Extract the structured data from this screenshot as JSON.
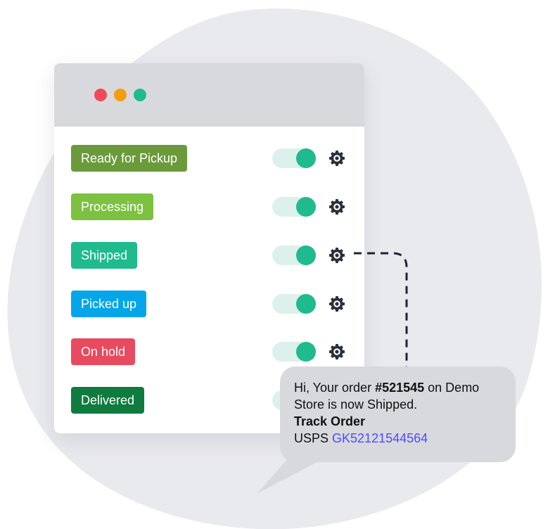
{
  "colors": {
    "blob": "#e9eaee",
    "titlebar": "#d8d9dd",
    "dot_red": "#ef4a5b",
    "dot_orange": "#f59e0b",
    "dot_green": "#1fba8d",
    "toggle_track": "#dcf1ec",
    "toggle_knob": "#1fba8d",
    "gear": "#2b2f3a",
    "link": "#4b4dff"
  },
  "statuses": [
    {
      "label": "Ready for Pickup",
      "color": "#6b9a3a",
      "enabled": true
    },
    {
      "label": "Processing",
      "color": "#7dc141",
      "enabled": true
    },
    {
      "label": "Shipped",
      "color": "#1fba8d",
      "enabled": true
    },
    {
      "label": "Picked up",
      "color": "#05a6e9",
      "enabled": true
    },
    {
      "label": "On hold",
      "color": "#e84a5f",
      "enabled": true
    },
    {
      "label": "Delivered",
      "color": "#0f7b3e",
      "enabled": true
    }
  ],
  "message": {
    "greeting": "Hi, Your order ",
    "order_number": "#521545",
    "after_order": " on Demo Store is now Shipped.",
    "track_heading": "Track Order",
    "carrier": "USPS ",
    "tracking_number": "GK52121544564"
  },
  "icons": {
    "gear": "gear-icon",
    "window_dots": [
      "close-dot",
      "minimize-dot",
      "maximize-dot"
    ]
  }
}
